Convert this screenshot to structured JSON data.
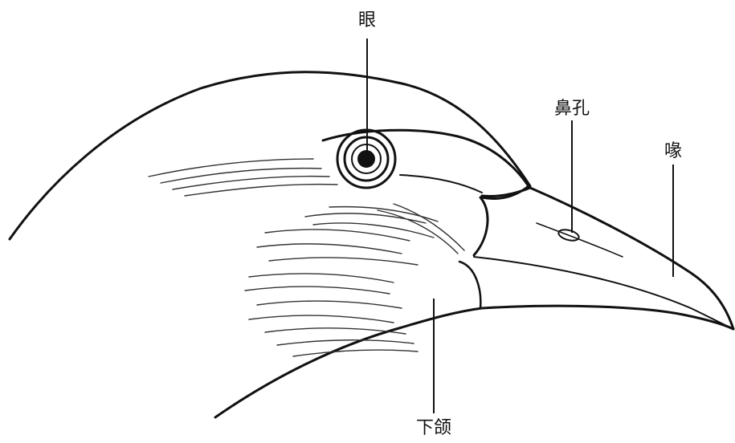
{
  "labels": {
    "eye": "眼",
    "nostril": "鼻孔",
    "beak": "喙",
    "lower_jaw": "下颌"
  },
  "colors": {
    "ink": "#111111",
    "background": "#ffffff"
  }
}
